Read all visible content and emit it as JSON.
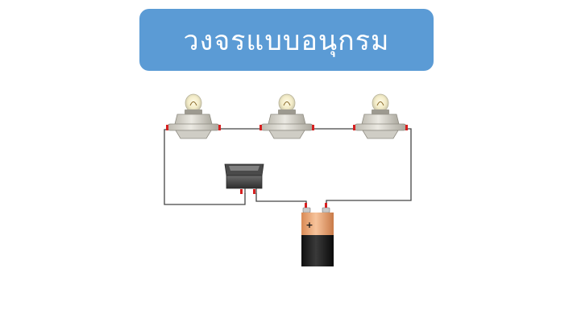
{
  "title": "วงจรแบบอนุกรม",
  "diagram": {
    "bulb_count": 3,
    "components": [
      "bulb-1",
      "bulb-2",
      "bulb-3",
      "rocker-switch",
      "battery"
    ],
    "battery_plus_symbol": "+",
    "colors": {
      "banner": "#5b9bd5",
      "wire": "#444444",
      "terminal": "#d62020",
      "socket": "#d9d6cc",
      "switch": "#3c3c3c",
      "battery_top": "#f3b07d",
      "battery_body": "#1c1c1c"
    }
  }
}
